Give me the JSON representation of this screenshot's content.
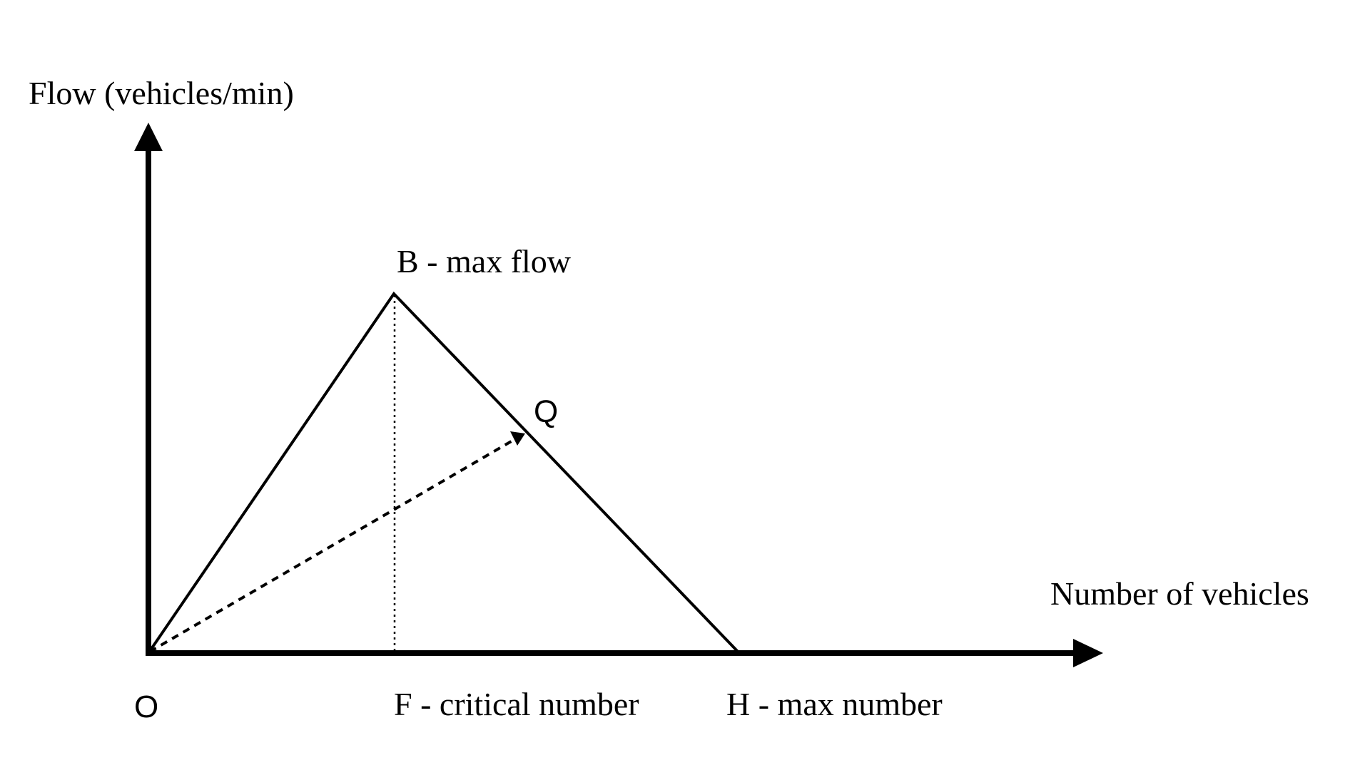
{
  "diagram": {
    "y_axis_label": "Flow (vehicles/min)",
    "x_axis_label": "Number of vehicles",
    "origin_label": "O",
    "peak_label": "B - max flow",
    "point_q_label": "Q",
    "critical_label": "F - critical number",
    "max_number_label": "H - max number"
  },
  "colors": {
    "stroke": "#000000",
    "background": "#ffffff"
  }
}
